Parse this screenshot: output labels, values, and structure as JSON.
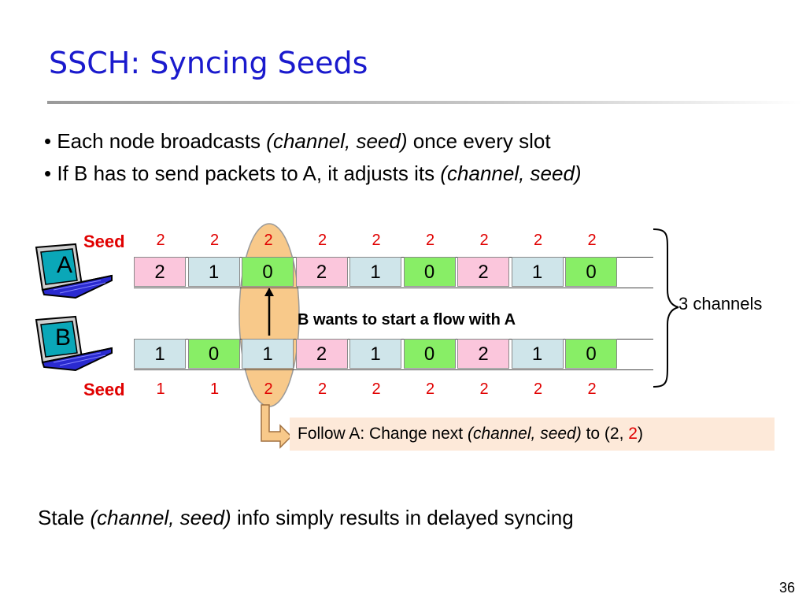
{
  "title": "SSCH: Syncing Seeds",
  "bullets": [
    {
      "pre": "• Each node broadcasts ",
      "em": "(channel, seed)",
      "post": " once every slot"
    },
    {
      "pre": "• If B has to send packets to A, it adjusts its ",
      "em": "(channel, seed)",
      "post": ""
    }
  ],
  "colors": {
    "channel_0": "#88ee66",
    "channel_1": "#cfe5ea",
    "channel_2": "#fbc6dc",
    "title": "#1a1acd",
    "seed": "#e00000",
    "highlight": "#f8c98a",
    "callout_bg": "#fde9d9"
  },
  "nodes": {
    "a": {
      "label": "A",
      "seed_label": "Seed",
      "channels": [
        "2",
        "1",
        "0",
        "2",
        "1",
        "0",
        "2",
        "1",
        "0"
      ],
      "seeds": [
        "2",
        "2",
        "2",
        "2",
        "2",
        "2",
        "2",
        "2",
        "2"
      ]
    },
    "b": {
      "label": "B",
      "seed_label": "Seed",
      "channels": [
        "1",
        "0",
        "1",
        "2",
        "1",
        "0",
        "2",
        "1",
        "0"
      ],
      "seeds": [
        "1",
        "1",
        "2",
        "2",
        "2",
        "2",
        "2",
        "2",
        "2"
      ]
    }
  },
  "annotations": {
    "flow": "B wants to start a flow with A",
    "channels": "3 channels",
    "follow_pre": "Follow A: Change next ",
    "follow_em": "(channel, seed)",
    "follow_mid": " to (2, ",
    "follow_red": "2",
    "follow_post": ")"
  },
  "conclusion": {
    "pre": "Stale ",
    "em": "(channel, seed)",
    "post": " info simply results in delayed syncing"
  },
  "page_number": "36"
}
